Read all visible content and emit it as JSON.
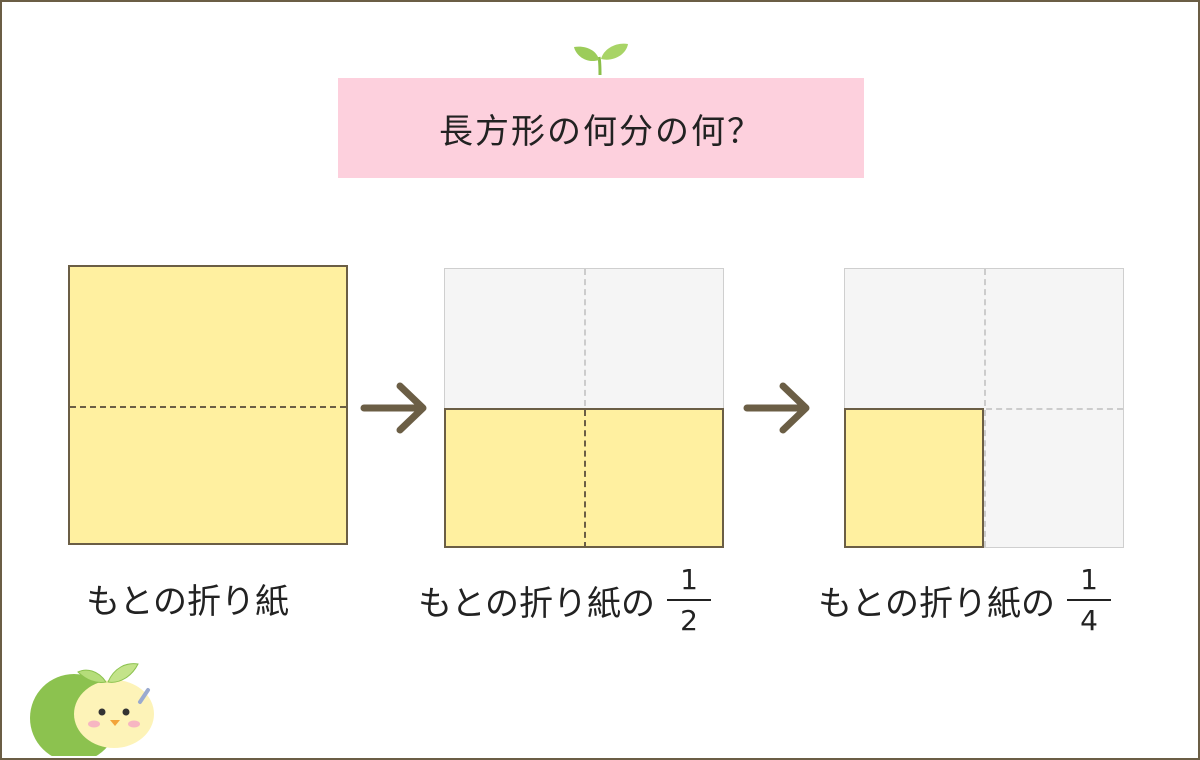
{
  "title": "長方形の何分の何？",
  "panels": [
    {
      "caption": "もとの折り紙"
    },
    {
      "caption": "もとの折り紙の",
      "fraction": {
        "numerator": "1",
        "denominator": "2"
      }
    },
    {
      "caption": "もとの折り紙の",
      "fraction": {
        "numerator": "1",
        "denominator": "4"
      }
    }
  ],
  "colors": {
    "paper": "#fff0a0",
    "outline": "#6b5e45",
    "title_bg": "#fdd0dd",
    "ghost": "#f5f5f5",
    "leaf": "#9ccc5a"
  },
  "icons": [
    "sprout-icon",
    "arrow-right-icon",
    "mascot-icon"
  ]
}
